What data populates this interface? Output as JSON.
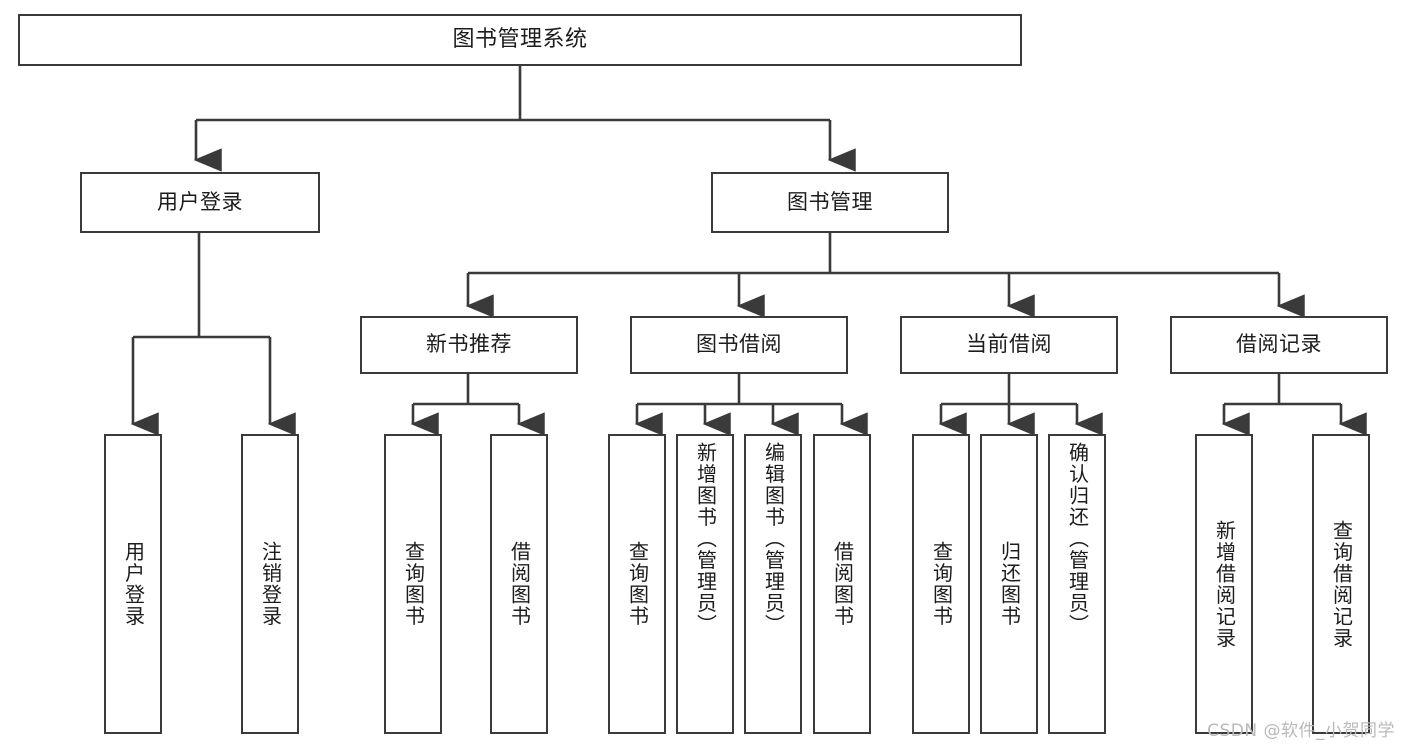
{
  "diagram": {
    "title": "图书管理系统",
    "watermark": "CSDN @软件_小贺同学",
    "stroke_color": "#3a3a3a",
    "background_color": "#ffffff",
    "text_color": "#1c1c1c",
    "watermark_color": "#b9b9b9"
  },
  "root": {
    "label": "图书管理系统"
  },
  "level1": [
    {
      "label": "用户登录"
    },
    {
      "label": "图书管理"
    }
  ],
  "level2": [
    {
      "label": "新书推荐"
    },
    {
      "label": "图书借阅"
    },
    {
      "label": "当前借阅"
    },
    {
      "label": "借阅记录"
    }
  ],
  "leaves": {
    "user_login": [
      {
        "label": "用户登录"
      },
      {
        "label": "注销登录"
      }
    ],
    "new_book_recommend": [
      {
        "label": "查询图书"
      },
      {
        "label": "借阅图书"
      }
    ],
    "book_borrow": [
      {
        "label": "查询图书"
      },
      {
        "label": "新增图书（管理员）"
      },
      {
        "label": "编辑图书（管理员）"
      },
      {
        "label": "借阅图书"
      }
    ],
    "current_borrow": [
      {
        "label": "查询图书"
      },
      {
        "label": "归还图书"
      },
      {
        "label": "确认归还（管理员）"
      }
    ],
    "borrow_record": [
      {
        "label": "新增借阅记录"
      },
      {
        "label": "查询借阅记录"
      }
    ]
  }
}
